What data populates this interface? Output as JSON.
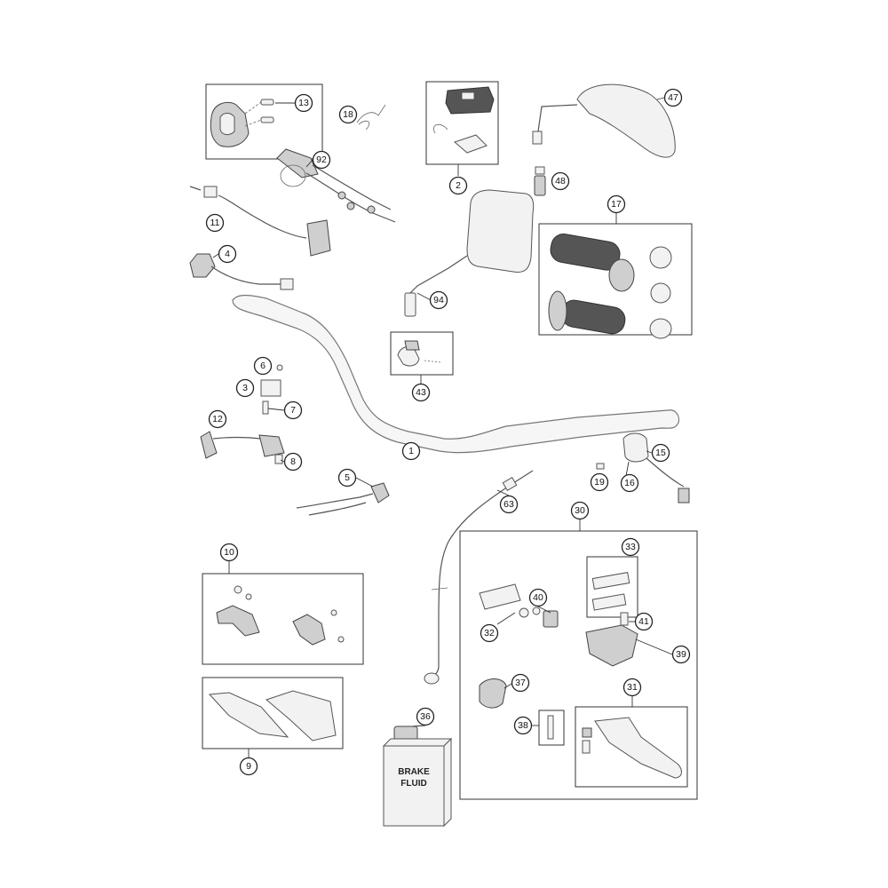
{
  "callouts": [
    "13",
    "18",
    "92",
    "2",
    "47",
    "48",
    "11",
    "4",
    "17",
    "94",
    "43",
    "6",
    "3",
    "7",
    "1",
    "12",
    "8",
    "5",
    "15",
    "19",
    "16",
    "63",
    "30",
    "33",
    "10",
    "40",
    "41",
    "32",
    "39",
    "37",
    "31",
    "38",
    "36",
    "9"
  ],
  "bottle_label": [
    "BRAKE",
    "FLUID"
  ]
}
